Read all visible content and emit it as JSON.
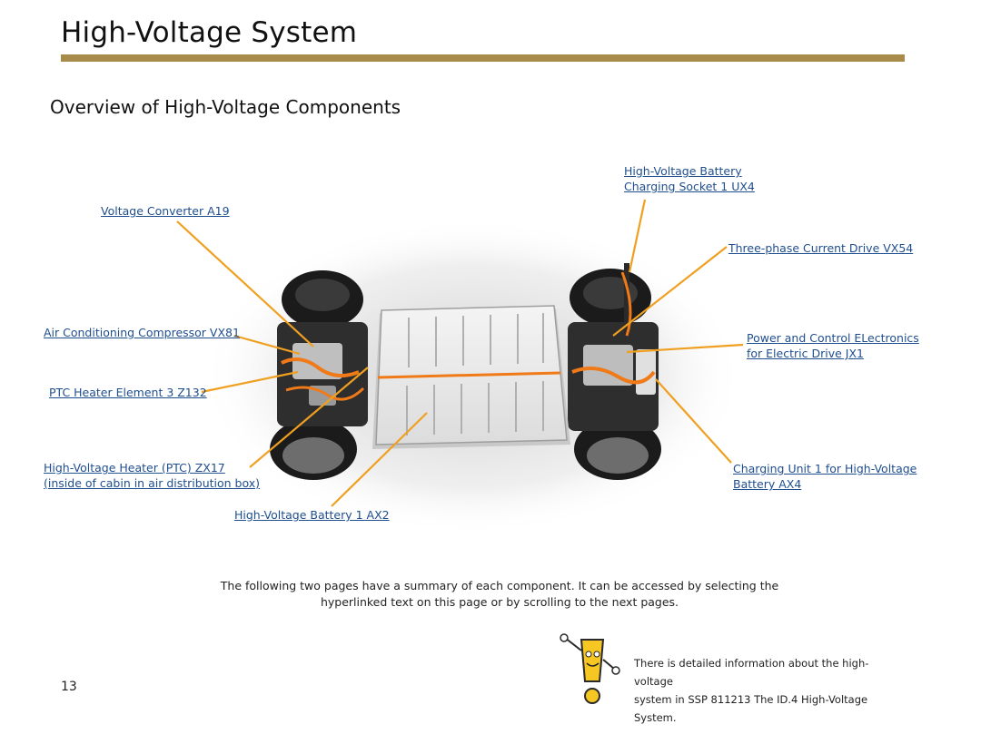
{
  "header": {
    "title": "High-Voltage System"
  },
  "section": {
    "title": "Overview of High-Voltage Components"
  },
  "components": {
    "charging_socket": [
      "High-Voltage Battery",
      "Charging Socket 1 UX4"
    ],
    "voltage_converter": [
      "Voltage Converter A19"
    ],
    "three_phase_drive": [
      "Three-phase Current Drive VX54"
    ],
    "ac_compressor": [
      "Air Conditioning Compressor VX81"
    ],
    "power_electronics": [
      "Power and Control ELectronics",
      "for Electric Drive JX1"
    ],
    "ptc_heater_element": [
      "PTC Heater Element 3 Z132"
    ],
    "hv_heater": [
      "High-Voltage Heater (PTC) ZX17",
      "(inside of cabin in air distribution box)"
    ],
    "charging_unit": [
      "Charging Unit 1 for High-Voltage",
      "Battery AX4"
    ],
    "hv_battery": [
      "High-Voltage Battery 1 AX2"
    ]
  },
  "summary": [
    "The following two pages have a summary of each component.  It can be accessed by selecting the",
    "hyperlinked text on this page or by scrolling to the next pages."
  ],
  "note": [
    "There is detailed information about the high-voltage",
    "system in SSP 811213 The ID.4 High-Voltage System."
  ],
  "footer": {
    "page_number": "13"
  },
  "colors": {
    "accent_rule": "#a88a4a",
    "link": "#1f4e8f",
    "leader": "#f0a020"
  }
}
